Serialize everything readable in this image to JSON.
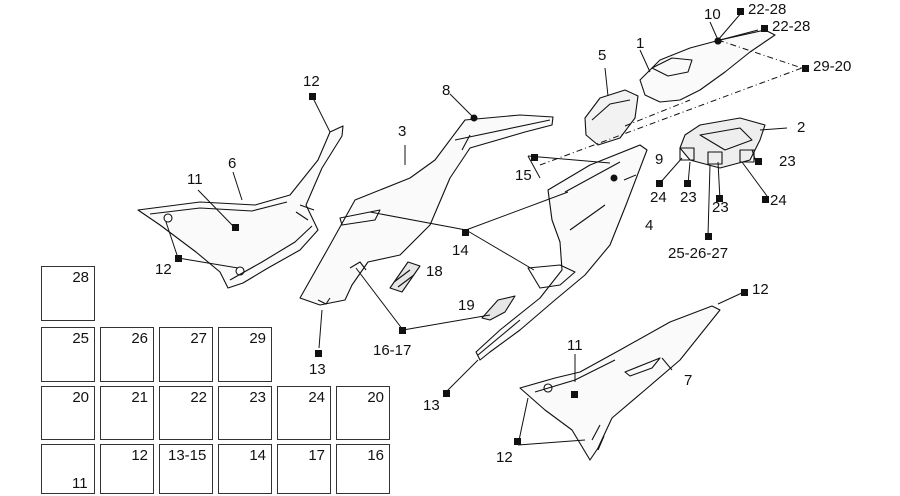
{
  "callouts": {
    "c1": "1",
    "c2": "2",
    "c3": "3",
    "c4": "4",
    "c5": "5",
    "c6": "6",
    "c7": "7",
    "c8": "8",
    "c9": "9",
    "c10": "10",
    "c11a": "11",
    "c11b": "11",
    "c12a": "12",
    "c12b": "12",
    "c12c": "12",
    "c12d": "12",
    "c13a": "13",
    "c13b": "13",
    "c14": "14",
    "c15": "15",
    "c16_17": "16-17",
    "c18": "18",
    "c19": "19",
    "c22_28a": "22-28",
    "c22_28b": "22-28",
    "c29_20": "29-20",
    "c23a": "23",
    "c23b": "23",
    "c23c": "23",
    "c24a": "24",
    "c24b": "24",
    "c25_26_27": "25-26-27"
  },
  "hardware_boxes": {
    "b28": "28",
    "b25": "25",
    "b26": "26",
    "b27": "27",
    "b29": "29",
    "b20a": "20",
    "b21": "21",
    "b22": "22",
    "b23": "23",
    "b24": "24",
    "b20b": "20",
    "b11": "11",
    "b12": "12",
    "b13_15": "13-15",
    "b14": "14",
    "b17": "17",
    "b16": "16"
  },
  "colors": {
    "line": "#111111",
    "fill": "#ffffff",
    "shade": "#d9d9d9",
    "box_border": "#333333"
  }
}
